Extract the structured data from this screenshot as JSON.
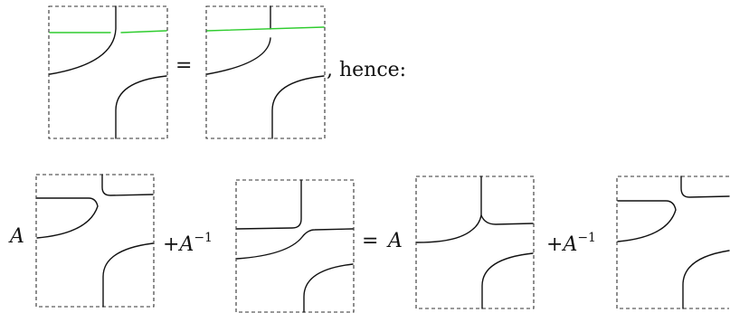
{
  "equation1": {
    "equals": "=",
    "suffix": ", hence:"
  },
  "equation2": {
    "coef_A": "A",
    "plus": "+",
    "coef_Ainv_base": "A",
    "coef_Ainv_exp": "−1",
    "equals": "="
  },
  "colors": {
    "strand": "#111111",
    "frame_dashed": "#333333",
    "highlight_strand": "#2ecc2e"
  }
}
